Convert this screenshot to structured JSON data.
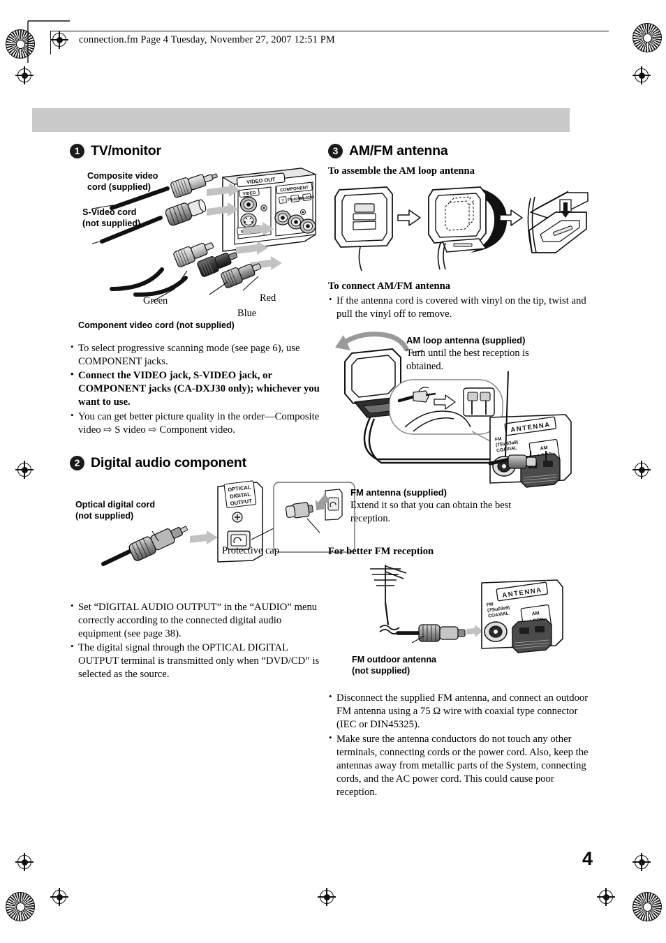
{
  "file_header": {
    "text": "connection.fm  Page 4  Tuesday, November 27, 2007  12:51 PM"
  },
  "page_number": "4",
  "sections": [
    {
      "badge": "1",
      "title": "TV/monitor",
      "figure": {
        "labels": {
          "composite": "Composite video\ncord (supplied)",
          "svideo": "S-Video cord\n(not supplied)",
          "green": "Green",
          "red": "Red",
          "blue": "Blue",
          "component": "Component video cord (not supplied)",
          "panel_video_out": "VIDEO  OUT",
          "panel_video": "VIDEO",
          "panel_svideo": "S-VIDEO",
          "panel_component": "COMPONENT",
          "panel_y": "Y",
          "panel_pb": "PB",
          "panel_pr": "PR"
        }
      },
      "bullets": [
        {
          "text": "To select progressive scanning mode (see page 6), use COMPONENT jacks.",
          "bold": false
        },
        {
          "text": "Connect the VIDEO jack, S-VIDEO jack, or COMPONENT jacks (CA-DXJ30 only); whichever you want to use.",
          "bold": true
        },
        {
          "text": "You can get better picture quality in the order—Composite video ⇨ S video ⇨ Component video.",
          "bold": false
        }
      ]
    },
    {
      "badge": "2",
      "title": "Digital audio component",
      "figure": {
        "labels": {
          "optical_cord": "Optical digital cord\n(not supplied)",
          "terminal": "OPTICAL\nDIGITAL\nOUTPUT",
          "protective_cap": "Protective cap"
        }
      },
      "bullets": [
        {
          "text": "Set “DIGITAL AUDIO OUTPUT” in the “AUDIO” menu correctly according to the connected digital audio equipment (see page 38).",
          "bold": false
        },
        {
          "text": "The digital signal through the OPTICAL DIGITAL OUTPUT terminal is transmitted only when “DVD/CD” is selected as the source.",
          "bold": false
        }
      ]
    },
    {
      "badge": "3",
      "title": "AM/FM antenna",
      "sub_assemble": "To assemble the AM loop antenna",
      "sub_connect": "To connect AM/FM antenna",
      "connect_bullets": [
        {
          "text": "If the antenna cord is covered with vinyl on the tip, twist and pull the vinyl off to remove.",
          "bold": false
        }
      ],
      "callouts": {
        "am_loop_title": "AM loop antenna (supplied)",
        "am_loop_body": "Turn until the best reception is\nobtained.",
        "fm_ant_title": "FM antenna (supplied)",
        "fm_ant_body": "Extend it so that you can obtain the best\nreception.",
        "fm_outdoor": "FM outdoor antenna\n(not supplied)"
      },
      "terminal_labels": {
        "antenna": "ANTENNA",
        "fm_coaxial": "FM\n(75Ω)\nCOAXIAL",
        "am_loop": "AM\nLOOP"
      },
      "sub_better": "For better FM reception",
      "better_bullets": [
        {
          "text": "Disconnect the supplied FM antenna, and connect an outdoor FM antenna using a 75 Ω wire with coaxial type connector (IEC or DIN45325).",
          "bold": false
        },
        {
          "text": "Make sure the antenna conductors do not touch any other terminals, connecting cords or the power cord. Also, keep the antennas away from metallic parts of the System, connecting cords, and the AC power cord. This could cause poor reception.",
          "bold": false
        }
      ]
    }
  ],
  "colors": {
    "grey_band": "#c9c9c9",
    "ink": "#1b1b1b"
  }
}
